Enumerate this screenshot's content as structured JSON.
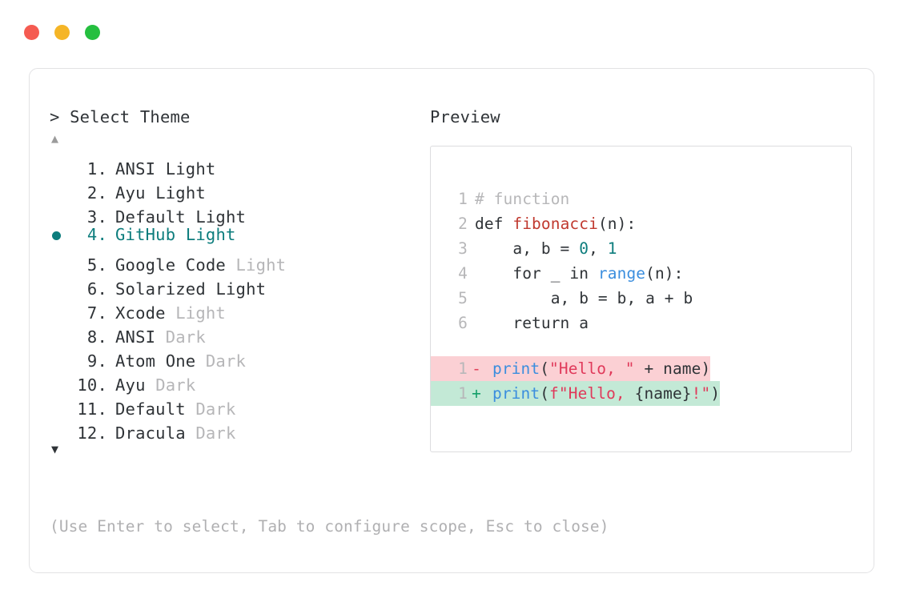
{
  "window": {
    "traffic_lights": [
      {
        "name": "close-dot",
        "color": "#f55b51"
      },
      {
        "name": "minimize-dot",
        "color": "#f5b526"
      },
      {
        "name": "maximize-dot",
        "color": "#25bf3f"
      }
    ]
  },
  "colors": {
    "accent_teal": "#0d7d7d",
    "text": "#2f3337",
    "muted": "#b6b6b8",
    "card_border": "#e2e2e4",
    "preview_border": "#dddddf",
    "diff_removed_bg": "#fbd0d4",
    "diff_added_bg": "#c3e9d6",
    "diff_minus": "#e0425a",
    "diff_plus": "#15a06a",
    "syntax_comment": "#b7b7b9",
    "syntax_function": "#c0392f",
    "syntax_number": "#0d7d7d",
    "syntax_builtin": "#3b8ede",
    "syntax_string": "#e0395a"
  },
  "selector": {
    "prompt": "> Select Theme",
    "scroll_up_indicator": "▲",
    "scroll_down_indicator": "▼",
    "selected_index": 4,
    "items": [
      {
        "index": "1.",
        "name": "ANSI",
        "variant": "Light",
        "variant_muted": false,
        "selected": false
      },
      {
        "index": "2.",
        "name": "Ayu",
        "variant": "Light",
        "variant_muted": false,
        "selected": false
      },
      {
        "index": "3.",
        "name": "Default",
        "variant": "Light",
        "variant_muted": false,
        "selected": false
      },
      {
        "index": "4.",
        "name": "GitHub",
        "variant": "Light",
        "variant_muted": false,
        "selected": true
      },
      {
        "index": "5.",
        "name": "Google Code",
        "variant": "Light",
        "variant_muted": true,
        "selected": false
      },
      {
        "index": "6.",
        "name": "Solarized",
        "variant": "Light",
        "variant_muted": false,
        "selected": false
      },
      {
        "index": "7.",
        "name": "Xcode",
        "variant": "Light",
        "variant_muted": true,
        "selected": false
      },
      {
        "index": "8.",
        "name": "ANSI",
        "variant": "Dark",
        "variant_muted": true,
        "selected": false
      },
      {
        "index": "9.",
        "name": "Atom One",
        "variant": "Dark",
        "variant_muted": true,
        "selected": false
      },
      {
        "index": "10.",
        "name": "Ayu",
        "variant": "Dark",
        "variant_muted": true,
        "selected": false
      },
      {
        "index": "11.",
        "name": "Default",
        "variant": "Dark",
        "variant_muted": true,
        "selected": false
      },
      {
        "index": "12.",
        "name": "Dracula",
        "variant": "Dark",
        "variant_muted": true,
        "selected": false
      }
    ],
    "hint": "(Use Enter to select, Tab to configure scope, Esc to close)"
  },
  "preview": {
    "label": "Preview",
    "code_lines": [
      {
        "number": "1",
        "tokens": [
          {
            "t": "# function",
            "c": "comment"
          }
        ]
      },
      {
        "number": "2",
        "tokens": [
          {
            "t": "def ",
            "c": "plain"
          },
          {
            "t": "fibonacci",
            "c": "func"
          },
          {
            "t": "(n):",
            "c": "plain"
          }
        ]
      },
      {
        "number": "3",
        "tokens": [
          {
            "t": "    a, b = ",
            "c": "plain"
          },
          {
            "t": "0",
            "c": "num"
          },
          {
            "t": ", ",
            "c": "plain"
          },
          {
            "t": "1",
            "c": "num"
          }
        ]
      },
      {
        "number": "4",
        "tokens": [
          {
            "t": "    for _ in ",
            "c": "plain"
          },
          {
            "t": "range",
            "c": "builtin"
          },
          {
            "t": "(n):",
            "c": "plain"
          }
        ]
      },
      {
        "number": "5",
        "tokens": [
          {
            "t": "        a, b = b, a + b",
            "c": "plain"
          }
        ]
      },
      {
        "number": "6",
        "tokens": [
          {
            "t": "    return a",
            "c": "plain"
          }
        ]
      }
    ],
    "diff_lines": [
      {
        "number": "1",
        "sign": "-",
        "kind": "removed",
        "tokens": [
          {
            "t": "print",
            "c": "builtin"
          },
          {
            "t": "(",
            "c": "plain"
          },
          {
            "t": "\"Hello, \"",
            "c": "string"
          },
          {
            "t": " + name)",
            "c": "plain"
          }
        ]
      },
      {
        "number": "1",
        "sign": "+",
        "kind": "added",
        "tokens": [
          {
            "t": "print",
            "c": "builtin"
          },
          {
            "t": "(",
            "c": "plain"
          },
          {
            "t": "f\"Hello, ",
            "c": "string"
          },
          {
            "t": "{name}",
            "c": "plain"
          },
          {
            "t": "!\"",
            "c": "string"
          },
          {
            "t": ")",
            "c": "plain"
          }
        ]
      }
    ]
  }
}
